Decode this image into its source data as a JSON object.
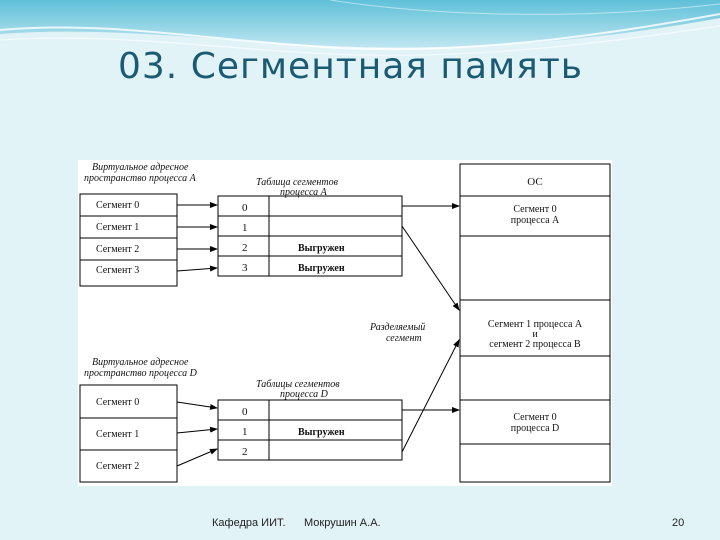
{
  "slide": {
    "title": "03. Сегментная память",
    "footer_left": "Кафедра ИИТ.",
    "footer_center": "Мокрушин А.А.",
    "page_number": "20"
  },
  "diagram": {
    "proc_a": {
      "label_line1": "Виртуальное адресное",
      "label_line2": "пространство процесса А",
      "segments": [
        "Сегмент 0",
        "Сегмент 1",
        "Сегмент 2",
        "Сегмент 3"
      ],
      "table_label_line1": "Таблица сегментов",
      "table_label_line2": "процесса А",
      "table_rows": [
        {
          "index": "0",
          "value": ""
        },
        {
          "index": "1",
          "value": ""
        },
        {
          "index": "2",
          "value": "Выгружен"
        },
        {
          "index": "3",
          "value": "Выгружен"
        }
      ]
    },
    "proc_b": {
      "label_line1": "Виртуальное адресное",
      "label_line2": "пространство процесса D",
      "segments": [
        "Сегмент 0",
        "Сегмент 1",
        "Сегмент 2"
      ],
      "table_label_line1": "Таблицы сегментов",
      "table_label_line2": "процесса D",
      "table_rows": [
        {
          "index": "0",
          "value": ""
        },
        {
          "index": "1",
          "value": "Выгружен"
        },
        {
          "index": "2",
          "value": ""
        }
      ]
    },
    "memory": {
      "os_label": "ОС",
      "seg0_a_line1": "Сегмент 0",
      "seg0_a_line2": "процесса А",
      "shared_line1": "Сегмент 1 процесса А",
      "shared_line2": "и",
      "shared_line3": "сегмент 2 процесса В",
      "seg0_d_line1": "Сегмент 0",
      "seg0_d_line2": "процесса D"
    },
    "shared_label_line1": "Разделяемый",
    "shared_label_line2": "сегмент"
  }
}
